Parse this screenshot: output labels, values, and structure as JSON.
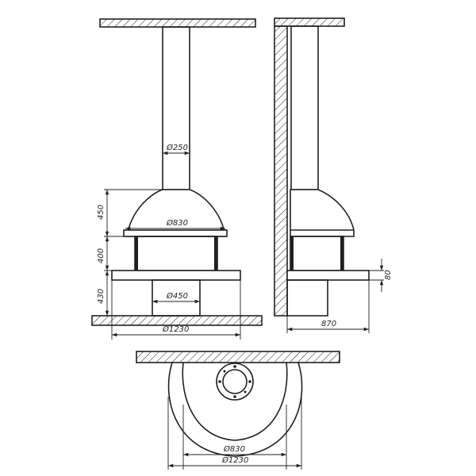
{
  "front_view": {
    "flue_diameter": "Ø250",
    "hood_height": "450",
    "hood_diameter": "Ø830",
    "firebox_height": "400",
    "base_height": "430",
    "pedestal_diameter": "Ø450",
    "floor_plate_diameter": "Ø1230"
  },
  "side_view": {
    "depth": "870",
    "plate_thickness": "80"
  },
  "plan_view": {
    "inner_diameter": "Ø830",
    "outer_diameter": "Ø1230"
  }
}
